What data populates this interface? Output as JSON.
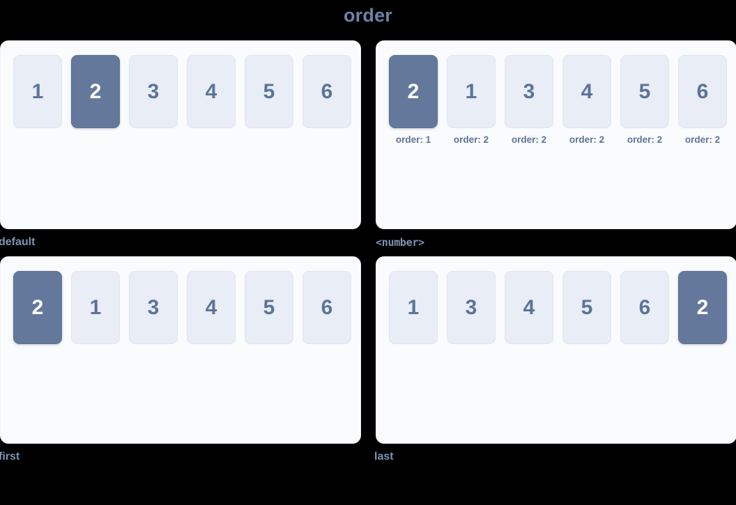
{
  "page": {
    "title": "order",
    "title_color": "#6b83a8",
    "background": "#000000"
  },
  "theme": {
    "panel_background": "#fafbfd",
    "item_background": "#e8edf6",
    "item_border": "#dfe6f2",
    "item_text": "#5c7498",
    "highlight_background": "#64789c",
    "highlight_text": "#ffffff",
    "label_color": "#7e93b4"
  },
  "panels": [
    {
      "id": "default",
      "label": "default",
      "label_style": "text",
      "items": [
        {
          "value": "1",
          "highlight": false,
          "note": ""
        },
        {
          "value": "2",
          "highlight": true,
          "note": ""
        },
        {
          "value": "3",
          "highlight": false,
          "note": ""
        },
        {
          "value": "4",
          "highlight": false,
          "note": ""
        },
        {
          "value": "5",
          "highlight": false,
          "note": ""
        },
        {
          "value": "6",
          "highlight": false,
          "note": ""
        }
      ]
    },
    {
      "id": "number",
      "label": "<number>",
      "label_style": "mono",
      "items": [
        {
          "value": "2",
          "highlight": true,
          "note": "order: 1"
        },
        {
          "value": "1",
          "highlight": false,
          "note": "order: 2"
        },
        {
          "value": "3",
          "highlight": false,
          "note": "order: 2"
        },
        {
          "value": "4",
          "highlight": false,
          "note": "order: 2"
        },
        {
          "value": "5",
          "highlight": false,
          "note": "order: 2"
        },
        {
          "value": "6",
          "highlight": false,
          "note": "order: 2"
        }
      ]
    },
    {
      "id": "first",
      "label": "first",
      "label_style": "text",
      "items": [
        {
          "value": "2",
          "highlight": true,
          "note": ""
        },
        {
          "value": "1",
          "highlight": false,
          "note": ""
        },
        {
          "value": "3",
          "highlight": false,
          "note": ""
        },
        {
          "value": "4",
          "highlight": false,
          "note": ""
        },
        {
          "value": "5",
          "highlight": false,
          "note": ""
        },
        {
          "value": "6",
          "highlight": false,
          "note": ""
        }
      ]
    },
    {
      "id": "last",
      "label": "last",
      "label_style": "text",
      "items": [
        {
          "value": "1",
          "highlight": false,
          "note": ""
        },
        {
          "value": "3",
          "highlight": false,
          "note": ""
        },
        {
          "value": "4",
          "highlight": false,
          "note": ""
        },
        {
          "value": "5",
          "highlight": false,
          "note": ""
        },
        {
          "value": "6",
          "highlight": false,
          "note": ""
        },
        {
          "value": "2",
          "highlight": true,
          "note": ""
        }
      ]
    }
  ]
}
